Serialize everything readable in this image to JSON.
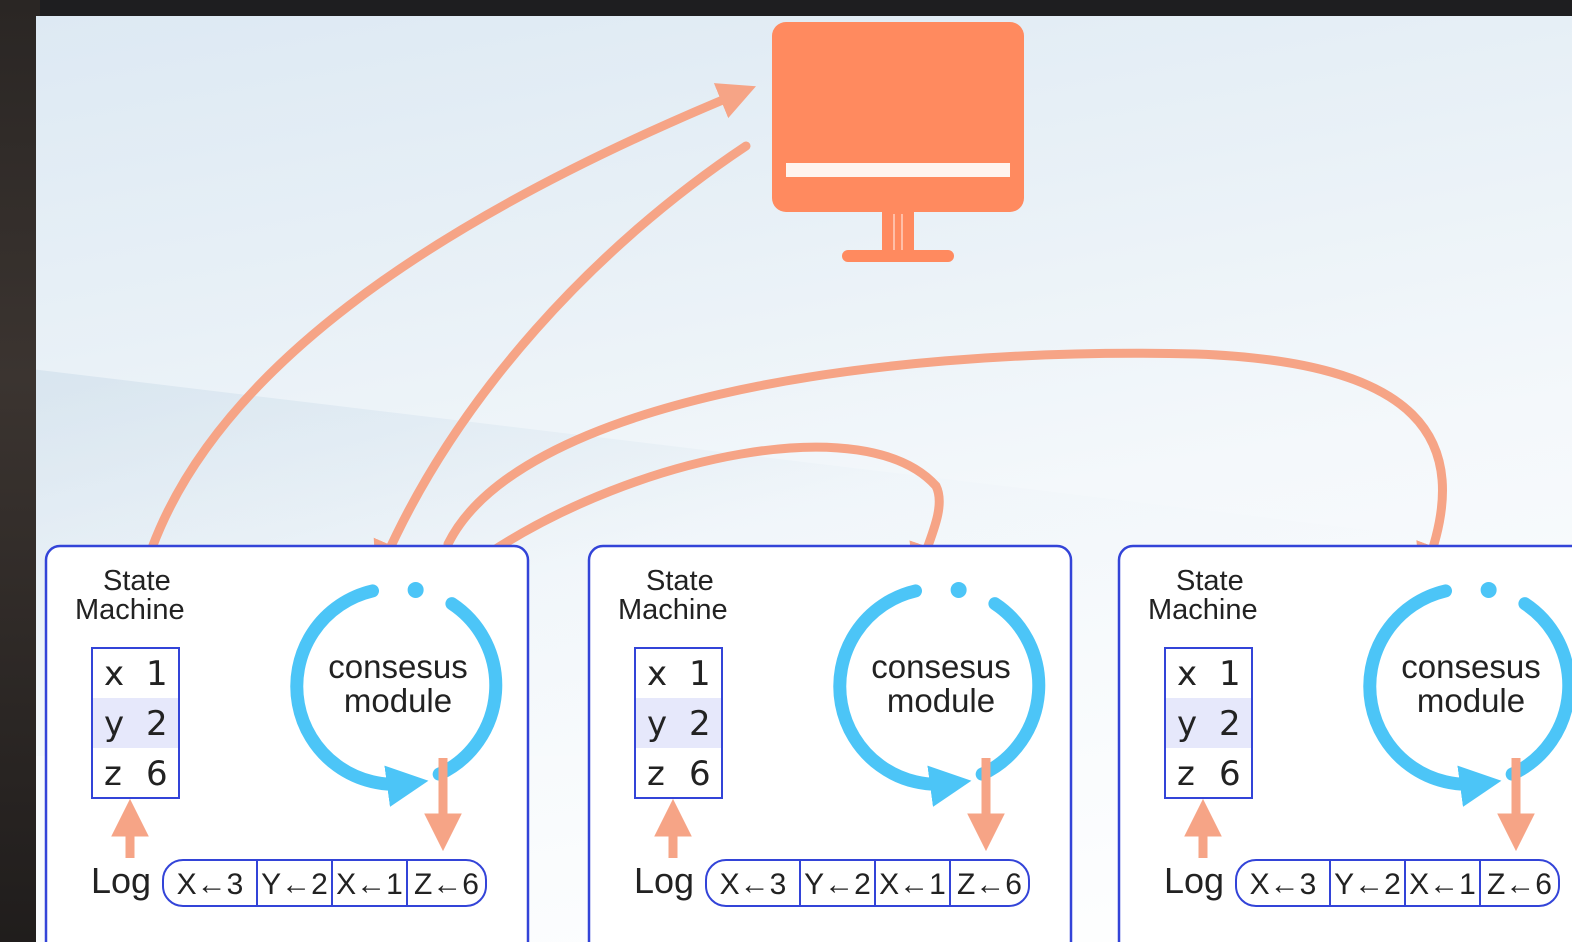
{
  "colors": {
    "client": "#ff8a5f",
    "arrow": "#f6a486",
    "cycle": "#4cc5f7",
    "box_border": "#3344d8",
    "highlight_row": "#e6e8fb"
  },
  "client": {
    "icon": "monitor-icon"
  },
  "nodes": [
    {
      "state_machine_label": [
        "State",
        "Machine"
      ],
      "table": [
        {
          "key": "x",
          "value": "1"
        },
        {
          "key": "y",
          "value": "2"
        },
        {
          "key": "z",
          "value": "6"
        }
      ],
      "consensus_label": [
        "consesus",
        "module"
      ],
      "log_label": "Log",
      "log_entries": [
        "X←3",
        "Y←2",
        "X←1",
        "Z←6"
      ]
    },
    {
      "state_machine_label": [
        "State",
        "Machine"
      ],
      "table": [
        {
          "key": "x",
          "value": "1"
        },
        {
          "key": "y",
          "value": "2"
        },
        {
          "key": "z",
          "value": "6"
        }
      ],
      "consensus_label": [
        "consesus",
        "module"
      ],
      "log_label": "Log",
      "log_entries": [
        "X←3",
        "Y←2",
        "X←1",
        "Z←6"
      ]
    },
    {
      "state_machine_label": [
        "State",
        "Machine"
      ],
      "table": [
        {
          "key": "x",
          "value": "1"
        },
        {
          "key": "y",
          "value": "2"
        },
        {
          "key": "z",
          "value": "6"
        }
      ],
      "consensus_label": [
        "consesus",
        "module"
      ],
      "log_label": "Log",
      "log_entries": [
        "X←3",
        "Y←2",
        "X←1",
        "Z←6"
      ]
    }
  ]
}
